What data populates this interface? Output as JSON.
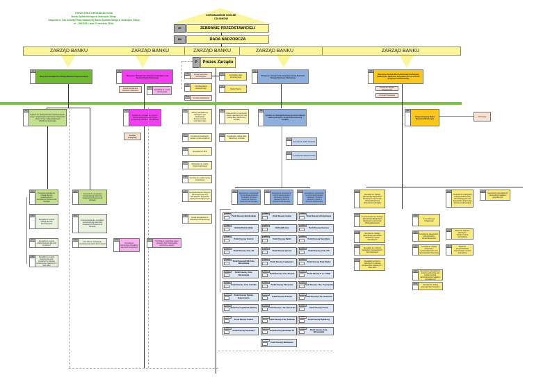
{
  "header": {
    "title": "STRUKTURA ORGANIZACYJNA",
    "line2": "Banku Spółdzielczego w Jastrzębiu Zdroju",
    "line3": "Załącznik nr 2 do Uchwały Rady Nadzorczej Banku Spółdzielczego w Jastrzębiu Zdroju",
    "line4": "nr .../09/2016 z dnia 22 września 2016r."
  },
  "top": {
    "assembly": "ZGROMADZENIE OGÓLNE CZŁONKÓW",
    "zp_code": "ZP",
    "zp_label": "ZEBRANIE PRZEDSTAWICIELI",
    "rn_code": "RN",
    "rn_label": "RADA NADZORCZA"
  },
  "board_label": "ZARZĄD BANKU",
  "president": {
    "code": "P",
    "label": "Prezes Zarządu"
  },
  "vps": [
    {
      "code": "PW",
      "label": "Wiceprezes Zarządu Pion Obsługi Klientów Instytucjonalnych"
    },
    {
      "code": "PWK",
      "label": "Wiceprezes Zarządu Pion Zarządzania Ryzykiem oraz Kontroli Ryzyka Bankowego"
    },
    {
      "code": "PHS",
      "label": "Wiceprezes Zarządu Pion Zarządzania Siecią Placówek, Strategii Rynkowej i Marketingu"
    },
    {
      "code": "PAR",
      "label": "Wiceprezes Zarządu Pion Administracji Rachunkami Bankowymi i Zapleczem Gospodarczym oraz Kontroli Księgowości Rachunkowej"
    }
  ],
  "president_units": [
    {
      "code": "PPSK",
      "label": "Zespoły audytowo-kontrolingowe"
    },
    {
      "code": "PKAW",
      "label": "Komórka audytu wewnętrznego"
    },
    {
      "code": "PKZB",
      "label": "Komórka zarządzania"
    },
    {
      "code": "PRO",
      "label": "Komórka ds. ładu korporacyjnego"
    },
    {
      "code": "RP",
      "label": "Radca Prawny"
    }
  ],
  "pwk_side": [
    {
      "label": "Zespół zarządzania aktywami i pasywami"
    },
    {
      "code": "PKO",
      "label": "Specjalista ds. ryzyka operacyjnego"
    }
  ],
  "par_side": [
    {
      "label": "Komitet ds. Ryzyka Operacyjnego"
    },
    {
      "label": "Komisja Przetargowa"
    }
  ],
  "directors": [
    {
      "code": "KDI",
      "label": "Dyrektor ds. obsługi klientów instytucjonalnych, pracy z organizacjami wyborczymi, bankowości elektronicznej i usług kredytowych (Pełnomocnik Zarządu)"
    },
    {
      "code": "WKJ",
      "label": "Dyrektor ds. zarządzania ryzykiem, kontroli wewnętrznej oraz ryzyka kredytowego (Pełnomocnik Zarządu)"
    },
    {
      "code": "DRM",
      "label": "Dyrektor ds. Strategii Rynkowej, kontroli realizacji zadań rynkowych i wsparcia (Pełnomocnik Zarządu)"
    },
    {
      "code": "GKS",
      "label": "Główny Księgowy Banku (Pełnomocnik Zarządu)"
    }
  ],
  "credit_committee": "Komitet Kredytowy",
  "gks_side": "Informatyk",
  "center_col": [
    {
      "code": "PSG",
      "label": "Główny Specjalista ds. Strategii IT oraz Administrator Bezpieczeństwa Informatycznego"
    },
    {
      "code": "PKKP",
      "label": "Komórka ds. kadrowych, szkoleń i spraw socjalnych"
    },
    {
      "code": "PSBHP",
      "label": "Specjalista ds. BHP"
    },
    {
      "code": "PKAK",
      "label": "Stanowisko ds. analizy ryzyka kredytowego"
    },
    {
      "code": "PKAR",
      "label": "Komórka ds. analizy ryzyka kredytowego"
    },
    {
      "code": "PZKI",
      "label": "Kierownik Zespołu Wsparcia Informatycznego oraz Administrator Programów Spójnych Informatycznych"
    },
    {
      "code": "PZSI",
      "label": "Zespół Specjalistów ds. Wsparcia Informatycznego"
    }
  ],
  "center_col2": [
    {
      "code": "PDZ",
      "label": "Dyrektor Pionu, koordynator spraw organizacyjnych oraz obsługi Rady Nadzorczej i Zarządu"
    },
    {
      "code": "PKRN",
      "label": "Komórka ds. obsługi Rady Nadzorczej i Zarządu"
    }
  ],
  "drm_side": [
    {
      "code": "DPR",
      "label": "Komórka ds. Public Relations"
    },
    {
      "code": "DKK",
      "label": "Komórka Zarządzania Kasami"
    }
  ],
  "left_col1": [
    {
      "code": "KKO",
      "label": "Kierownik zespołów ds. obsługi klientów indywidualnych i kredytowych (Pełnomocnik Zarządu)"
    },
    {
      "code": "KSO",
      "label": "Specjaliści w zespole obsługi klientów korporacyjnych"
    },
    {
      "code": "KSI",
      "label": "Specjaliści w zespole obsługi kredytów dla osób prywatnych"
    },
    {
      "code": "KSKO",
      "label": "Specjaliści w zespole kredytów dla osób prywatnych w zakresie wsparcia prac związanych z back office"
    }
  ],
  "left_col2": [
    {
      "code": "WKW",
      "label": "Kierownik ds. windykacji i restrukturyzacji należności kredytowych (Pełnomocnik Zarządu)"
    },
    {
      "code": "WKZ",
      "label": "Z-ca Kierownika ds. windykacji i restrukturyzacji należności kredytowych (Pełnomocnik Zarządu)"
    },
    {
      "code": "WKWR",
      "label": "Komórka ds. windykacji i restrukturyzacji należności trudnych"
    }
  ],
  "mag_bottom": [
    {
      "code": "WKMK",
      "label": "Komórka ds. monitoringu i klasyfikacji należności kredytowych"
    },
    {
      "code": "WKPP",
      "label": "Komórka ds. zwalczania prania pieniędzy oraz finansowania terroryzmu i sankcji"
    }
  ],
  "branch_mgrs": [
    {
      "code": "DKO1",
      "label": "Kierownik ds. koordynacji i kontroli funkcjonowania Oddziałów i Punktów Kasowych Obszar A (Pełnomocnik Zarządu)"
    },
    {
      "code": "DKO2",
      "label": "Kierownik ds. koordynacji i kontroli funkcjonowania Oddziałów i Punktów Kasowych Obszar B (Pełnomocnik Zarządu)"
    },
    {
      "code": "DKO3",
      "label": "Kierownik ds. koordynacji i kontroli funkcjonowania Oddziałów i Punktów Kasowych Obszar C (Pełnomocnik Zarządu)"
    }
  ],
  "branches_col1": [
    {
      "code": "PKBB",
      "label": "Punkt Kasowy Bielsko-Biała"
    },
    {
      "code": "OBB",
      "label": "Oddział Bielsko-Biała"
    },
    {
      "code": "PKGD",
      "label": "Punkt Kasowy Godzyń"
    },
    {
      "code": "PKUS",
      "label": "Punkt Kasowy J-bie, US"
    },
    {
      "code": "PKCKD",
      "label": "Punkt Kasowy/CKD J-bie, Warszawska"
    },
    {
      "code": "PKMW",
      "label": "Punkt Kasowy J-bie, Warszawska"
    },
    {
      "code": "PKSB",
      "label": "Punkt Kasowy J-bie, Sobótka"
    },
    {
      "code": "PKRB",
      "label": "Punkt Kasowy Rybnik, Boguszowice"
    },
    {
      "code": "PKRN",
      "label": "Punkt Kasowy Rybnik, Niewiry"
    },
    {
      "code": "PKSU",
      "label": "Punkt Kasowy Suszec"
    },
    {
      "code": "PKGA",
      "label": "Punkt Kasowy Gaszowice"
    }
  ],
  "branches_col2": [
    {
      "code": "PKGO",
      "label": "Punkt Kasowy Godów"
    },
    {
      "code": "OMS",
      "label": "Oddział Mszana"
    },
    {
      "code": "PKRD",
      "label": "Punkt Kasowy Radlin"
    },
    {
      "code": "PKZY",
      "label": "Punkt Kasowy Żyrowa"
    },
    {
      "code": "PKLE",
      "label": "Punkt Kasowy Łodygowice"
    },
    {
      "code": "PKBO",
      "label": "Punkt Kasowy J-bie, Borynia"
    },
    {
      "code": "PKSK",
      "label": "Punkt Kasowy Skrzyszów"
    },
    {
      "code": "PKPO",
      "label": "Punkt Kasowy Połomia"
    },
    {
      "code": "PKHA",
      "label": "Punkt Kasowy J-bie, Harcerska"
    },
    {
      "code": "PKZO",
      "label": "Punkt Kasowy J-bie, Żeliwska"
    },
    {
      "code": "PKWS",
      "label": "Punkt Kasowy Wodzisław Śl."
    },
    {
      "code": "PKMA",
      "label": "Punkt Kasowy Marklowice"
    }
  ],
  "branches_col3": [
    {
      "code": "PKZE",
      "label": "Punkt Kasowy Zebrzydowice"
    },
    {
      "code": "PKKA",
      "label": "Punkt Kasowy Kaczyce"
    },
    {
      "code": "PKSE",
      "label": "Punkt Kasowy Świerklany"
    },
    {
      "code": "PKUM",
      "label": "Punkt Kasowy J-bie, UM"
    },
    {
      "code": "PKRS",
      "label": "Punkt Kasowy Ruda Śląska"
    },
    {
      "code": "PKKM",
      "label": "Punkt Kasowy K-ce, 1 Maja"
    },
    {
      "code": "PKTU",
      "label": "Punkt Kasowy J-bie, Turystyczna"
    },
    {
      "code": "PKGR",
      "label": "Punkt Kasowy J-bie, Graniczna"
    },
    {
      "code": "PKPA",
      "label": "Punkt Kasowy Pszów"
    },
    {
      "code": "PKRY",
      "label": "Punkt Kasowy Rydułtowy"
    },
    {
      "code": "PKWA",
      "label": "Punkt Kasowy J-bie, Warszawska"
    }
  ],
  "par_col1": [
    {
      "code": "GKOD",
      "label": "Kierownik ds. Obsługi Administracji Rachunkami Bankowymi oraz Kontroli Obsługi Dowodowej (Pełnomocnik Zarządu)"
    },
    {
      "code": "GZKO",
      "label": "Z-ca Kierownika ds. Obsługi i Administracji Rachunkami Bankowymi oraz Kontroli Obsługi Dowodowej"
    },
    {
      "code": "GKOA",
      "label": "Komórka ds. obsługi i administracji rachunkami bankowymi i spraw dowodowych"
    },
    {
      "code": "GSRR",
      "label": "Specjaliści ds. rozliczeń bankowych, przelewowych i kart debetowych"
    },
    {
      "code": "GSBO",
      "label": "Specjaliści techniczni i bankowych w zakresie wsparcia prac związanych z back office"
    }
  ],
  "par_col2": [
    {
      "code": "GZGK",
      "label": "Z-ca Głównego Księgowego"
    },
    {
      "code": "GKKS",
      "label": "Komórka ds. księgowości, rachunkowości i sprawozdawczości"
    },
    {
      "code": "GKSF",
      "label": "Komórka ds. obsługi finansowej i sprawozdawczości oraz rachunkowości finansowej"
    },
    {
      "code": "GSDS",
      "label": "Samodzielny Specjalista ds. ochrony technicznej oraz bezpieczeństwa, administrowania majątkiem gospodarczym"
    },
    {
      "code": "GKTA",
      "label": "Komórka ds. obsługi gospodarczej i transportu"
    }
  ],
  "par_col3": [
    {
      "code": "GKKA",
      "label": "Kierownik ds. koordynacji funkcjonowania spraw administracyjnych oraz księgowości spraw ksiąg (Pełnomocnik Zarządu)"
    },
    {
      "code": "GZKO2",
      "label": "Zespół ds. kadrowo-płacowych i funkcjonowania administracji"
    },
    {
      "code": "GKDK",
      "label": "Zespół ds. przeprowadzania inwentaryzacji i kontroli wewnętrznej"
    }
  ],
  "par_col4": [
    {
      "code": "GKDB",
      "label": "Samodzielny Specjalista ds. administracji majątkiem gospodarczym"
    }
  ],
  "colors": {
    "board_yellow": "#fbf59b",
    "pw_green": "#6fb92e",
    "pwk_magenta": "#f03ef0",
    "phs_blue": "#8eaede",
    "par_gold": "#fbc71d",
    "header_green": "#3aa02a"
  }
}
